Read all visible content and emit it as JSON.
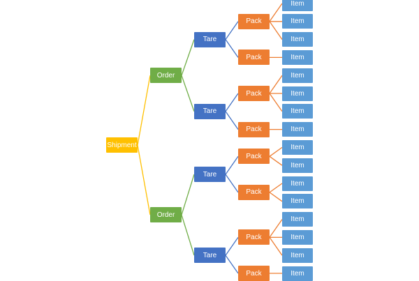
{
  "diagram": {
    "type": "tree",
    "colors": {
      "shipment": "#FFC000",
      "order": "#70AD47",
      "tare": "#4472C4",
      "pack": "#ED7D31",
      "item": "#5B9BD5"
    },
    "root": {
      "label": "Shipment",
      "level": "shipment",
      "children": [
        {
          "label": "Order",
          "level": "order",
          "children": [
            {
              "label": "Tare",
              "level": "tare",
              "children": [
                {
                  "label": "Pack",
                  "level": "pack",
                  "children": [
                    {
                      "label": "Item",
                      "level": "item"
                    },
                    {
                      "label": "Item",
                      "level": "item"
                    },
                    {
                      "label": "Item",
                      "level": "item"
                    }
                  ]
                },
                {
                  "label": "Pack",
                  "level": "pack",
                  "children": [
                    {
                      "label": "Item",
                      "level": "item"
                    }
                  ]
                }
              ]
            },
            {
              "label": "Tare",
              "level": "tare",
              "children": [
                {
                  "label": "Pack",
                  "level": "pack",
                  "children": [
                    {
                      "label": "Item",
                      "level": "item"
                    },
                    {
                      "label": "Item",
                      "level": "item"
                    },
                    {
                      "label": "Item",
                      "level": "item"
                    }
                  ]
                },
                {
                  "label": "Pack",
                  "level": "pack",
                  "children": [
                    {
                      "label": "Item",
                      "level": "item"
                    }
                  ]
                }
              ]
            }
          ]
        },
        {
          "label": "Order",
          "level": "order",
          "children": [
            {
              "label": "Tare",
              "level": "tare",
              "children": [
                {
                  "label": "Pack",
                  "level": "pack",
                  "children": [
                    {
                      "label": "Item",
                      "level": "item"
                    },
                    {
                      "label": "Item",
                      "level": "item"
                    }
                  ]
                },
                {
                  "label": "Pack",
                  "level": "pack",
                  "children": [
                    {
                      "label": "Item",
                      "level": "item"
                    },
                    {
                      "label": "Item",
                      "level": "item"
                    }
                  ]
                }
              ]
            },
            {
              "label": "Tare",
              "level": "tare",
              "children": [
                {
                  "label": "Pack",
                  "level": "pack",
                  "children": [
                    {
                      "label": "Item",
                      "level": "item"
                    },
                    {
                      "label": "Item",
                      "level": "item"
                    },
                    {
                      "label": "Item",
                      "level": "item"
                    }
                  ]
                },
                {
                  "label": "Pack",
                  "level": "pack",
                  "children": [
                    {
                      "label": "Item",
                      "level": "item"
                    }
                  ]
                }
              ]
            }
          ]
        }
      ]
    }
  }
}
